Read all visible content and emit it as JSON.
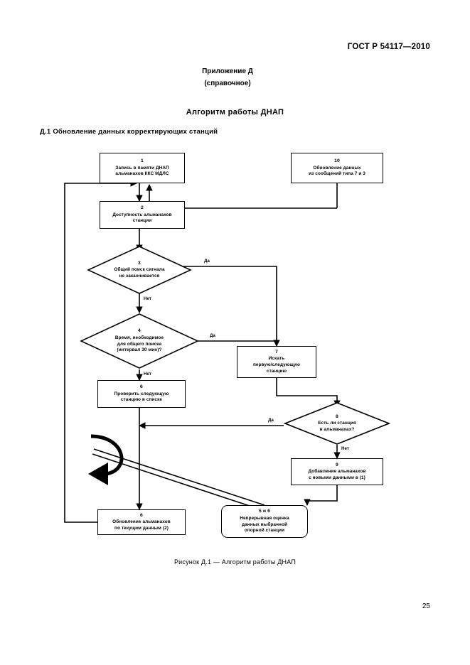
{
  "document": {
    "standard_header": "ГОСТ Р 54117—2010",
    "annex_label": "Приложение Д",
    "annex_kind": "(справочное)",
    "annex_title": "Алгоритм работы ДНАП",
    "section_heading": "Д.1  Обновление данных корректирующих станций",
    "figure_caption": "Рисунок Д.1 — Алгоритм работы ДНАП",
    "page_number": "25"
  },
  "flowchart": {
    "nodes": [
      {
        "id": "n1",
        "shape": "rect",
        "number": "1",
        "text": "Запись в памяти ДНАП\nальманахов ККС МДЛС"
      },
      {
        "id": "n2",
        "shape": "rect",
        "number": "2",
        "text": "Доступность альманахов\nстанции"
      },
      {
        "id": "n3",
        "shape": "diamond",
        "number": "3",
        "text": "Общий поиск сигнала\nне заканчивается"
      },
      {
        "id": "n4",
        "shape": "diamond",
        "number": "4",
        "text": "Время, необходимое\nдля общего поиска\n(интервал 30 мин)?"
      },
      {
        "id": "n6a",
        "shape": "rect",
        "number": "6",
        "text": "Проверить следующую\nстанцию в списке"
      },
      {
        "id": "n7",
        "shape": "rect",
        "number": "7",
        "text": "Искать\nпервую/следующую\nстанцию"
      },
      {
        "id": "n8",
        "shape": "diamond",
        "number": "8",
        "text": "Есть ли станция\nв альманахах?"
      },
      {
        "id": "n9",
        "shape": "rect",
        "number": "9",
        "text": "Добавление альманахов\nс новыми данными в (1)"
      },
      {
        "id": "n10",
        "shape": "rect",
        "number": "10",
        "text": "Обновление данных\nиз сообщений типа 7 и 3"
      },
      {
        "id": "n6b",
        "shape": "rect",
        "number": "6",
        "text": "Обновление альманахов\nпо текущим данным (2)"
      },
      {
        "id": "n56",
        "shape": "rounded",
        "number": "5 и 6",
        "text": "Непрерывная оценка\nданных выбранной\nопорной станции"
      }
    ],
    "edge_labels": {
      "d3_yes": "Да",
      "d3_no": "Нет",
      "d4_yes": "Да",
      "d4_no": "Нет",
      "d8_yes": "Да",
      "d8_no": "Нет"
    },
    "colors": {
      "stroke": "#000000",
      "fill": "#ffffff"
    }
  }
}
